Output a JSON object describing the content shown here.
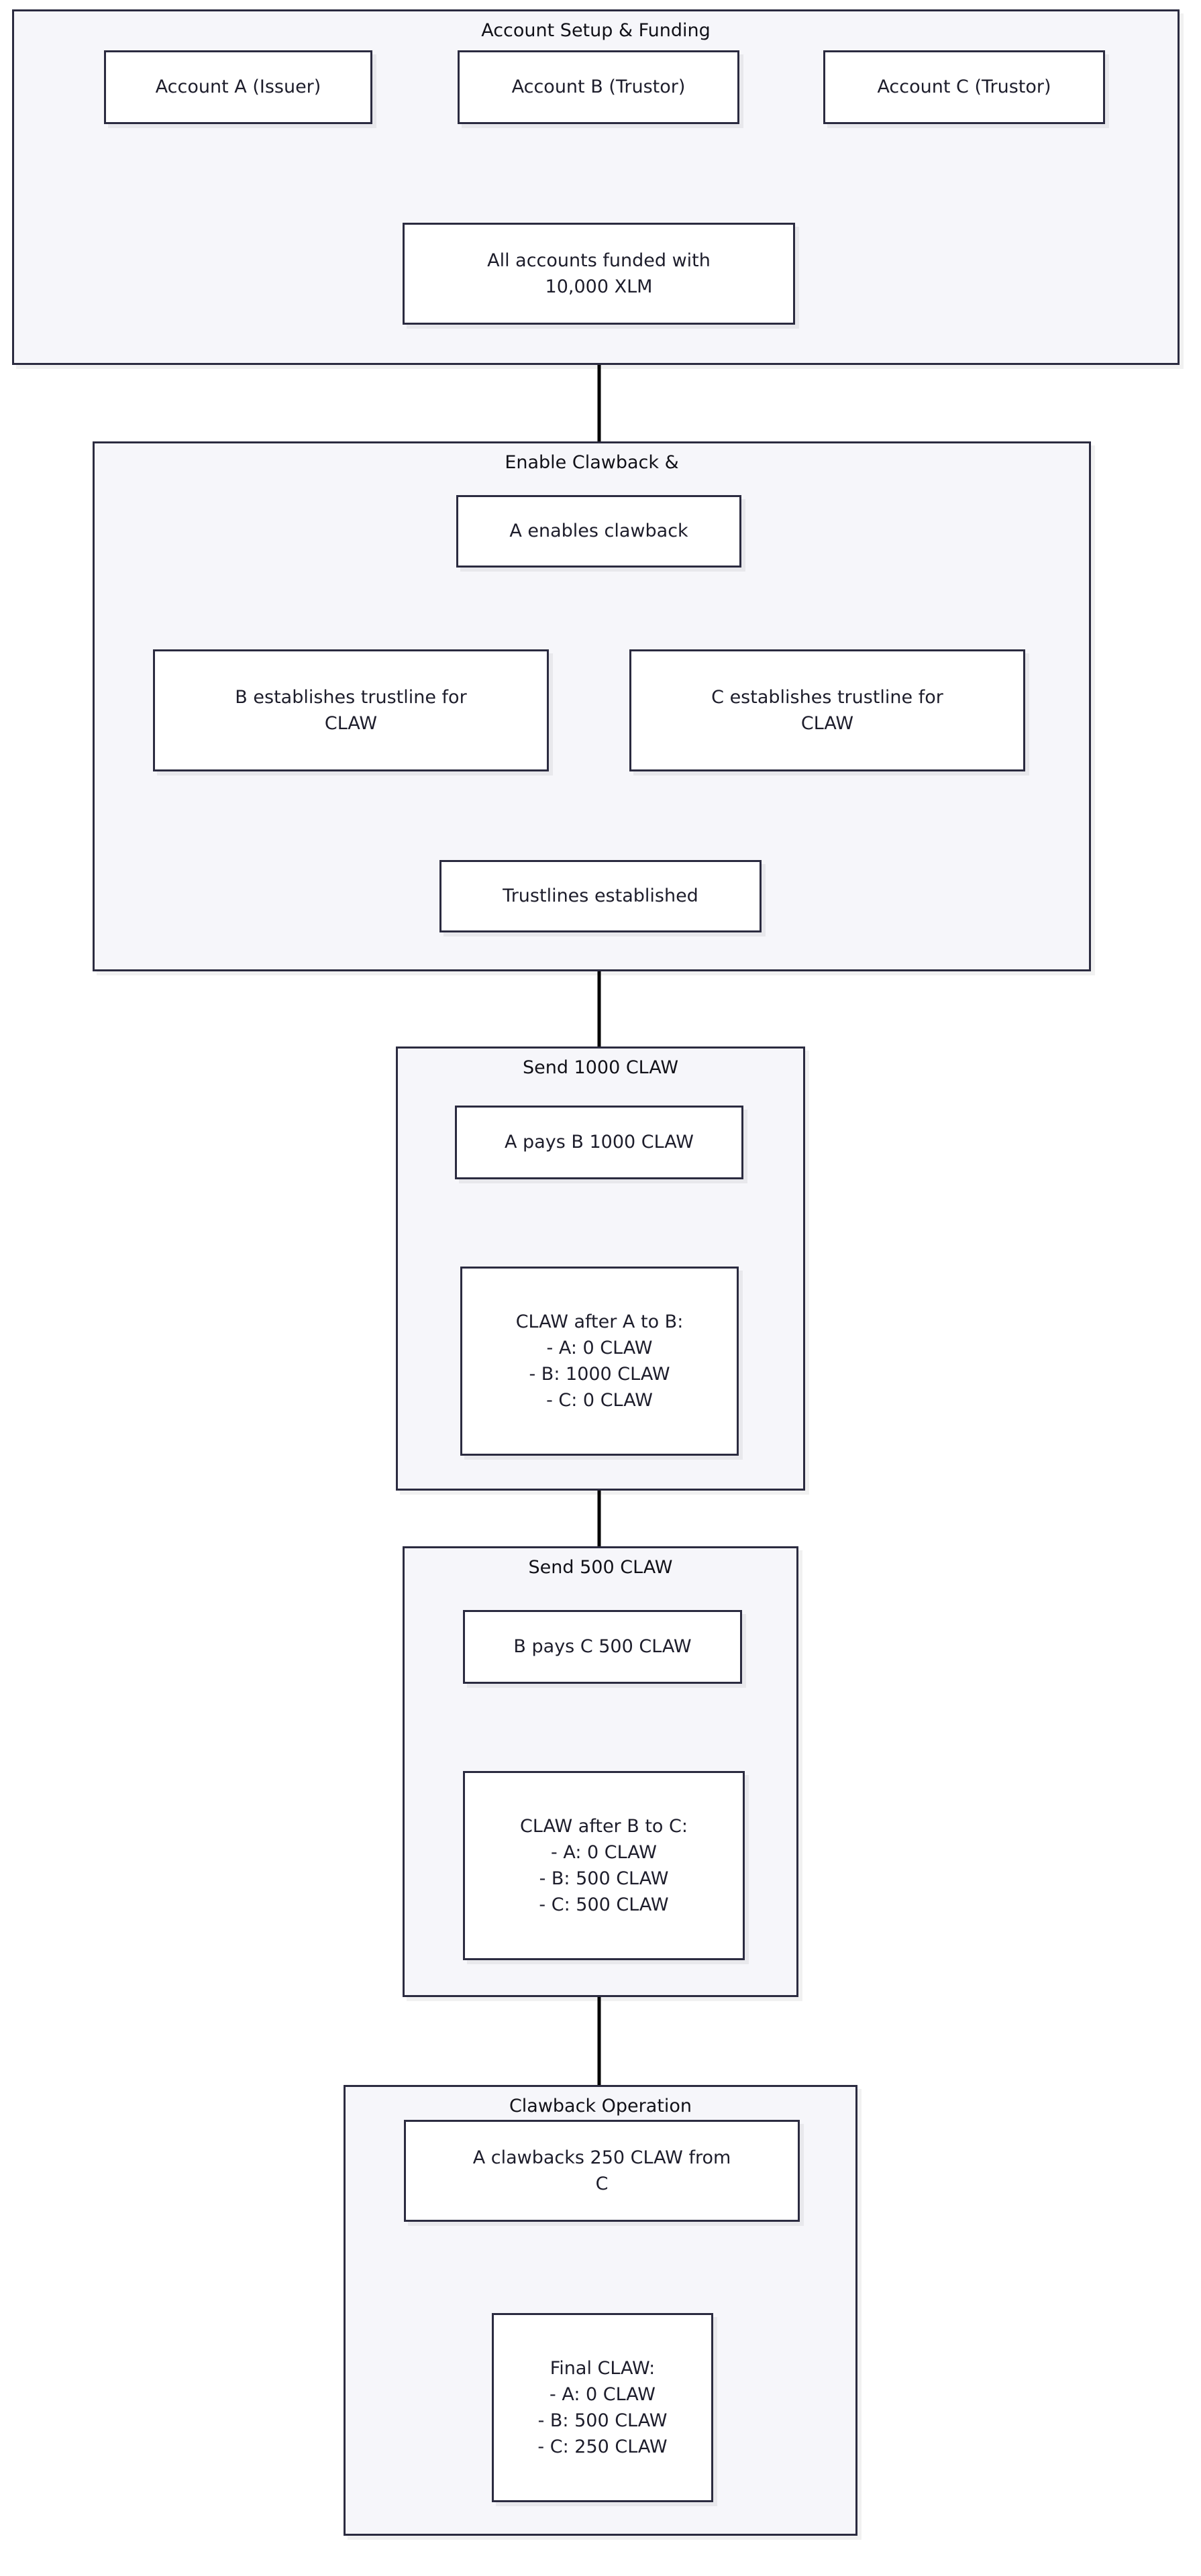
{
  "diagram": {
    "type": "flowchart",
    "direction": "top-down",
    "theme": {
      "node_fill": "#ffffff",
      "node_stroke": "#2b2b40",
      "cluster_fill": "#f6f6fa",
      "cluster_stroke": "#2b2b40",
      "edge_stroke": "#000000",
      "text_color": "#1d1d2b",
      "page_background": "#ffffff"
    }
  },
  "clusters": [
    {
      "id": "setup",
      "title": "Account Setup & Funding"
    },
    {
      "id": "clawback",
      "title": "Enable Clawback &"
    },
    {
      "id": "send1000",
      "title": "Send 1000 CLAW"
    },
    {
      "id": "send500",
      "title": "Send 500 CLAW"
    },
    {
      "id": "clawop",
      "title": "Clawback Operation"
    }
  ],
  "nodes": [
    {
      "id": "accountA",
      "label": "Account A (Issuer)"
    },
    {
      "id": "accountB",
      "label": "Account B (Trustor)"
    },
    {
      "id": "accountC",
      "label": "Account C (Trustor)"
    },
    {
      "id": "funded",
      "line1": "All accounts funded with",
      "line2": "10,000 XLM"
    },
    {
      "id": "enable",
      "label": "A enables clawback"
    },
    {
      "id": "trustB",
      "line1": "B establishes trustline for",
      "line2": "CLAW"
    },
    {
      "id": "trustC",
      "line1": "C establishes trustline for",
      "line2": "CLAW"
    },
    {
      "id": "trustlines",
      "label": "Trustlines established"
    },
    {
      "id": "payAB",
      "label": "A pays B 1000 CLAW"
    },
    {
      "id": "balAB",
      "line1": "CLAW after A to B:",
      "line2": "- A: 0 CLAW",
      "line3": "- B: 1000 CLAW",
      "line4": "- C: 0 CLAW"
    },
    {
      "id": "payBC",
      "label": "B pays C 500 CLAW"
    },
    {
      "id": "balBC",
      "line1": "CLAW after B to C:",
      "line2": "- A: 0 CLAW",
      "line3": "- B: 500 CLAW",
      "line4": "- C: 500 CLAW"
    },
    {
      "id": "clawbackop",
      "line1": "A clawbacks 250 CLAW from",
      "line2": "C"
    },
    {
      "id": "balFinal",
      "line1": "Final CLAW:",
      "line2": "- A: 0 CLAW",
      "line3": "- B: 500 CLAW",
      "line4": "- C: 250 CLAW"
    }
  ],
  "edges": [
    {
      "from": "accountA",
      "to": "funded"
    },
    {
      "from": "accountB",
      "to": "funded"
    },
    {
      "from": "accountC",
      "to": "funded"
    },
    {
      "from": "funded",
      "to": "enable"
    },
    {
      "from": "enable",
      "to": "trustB"
    },
    {
      "from": "enable",
      "to": "trustC"
    },
    {
      "from": "trustB",
      "to": "trustlines"
    },
    {
      "from": "trustC",
      "to": "trustlines"
    },
    {
      "from": "trustlines",
      "to": "payAB"
    },
    {
      "from": "payAB",
      "to": "balAB"
    },
    {
      "from": "balAB",
      "to": "payBC"
    },
    {
      "from": "payBC",
      "to": "balBC"
    },
    {
      "from": "balBC",
      "to": "clawbackop"
    },
    {
      "from": "clawbackop",
      "to": "balFinal"
    }
  ]
}
